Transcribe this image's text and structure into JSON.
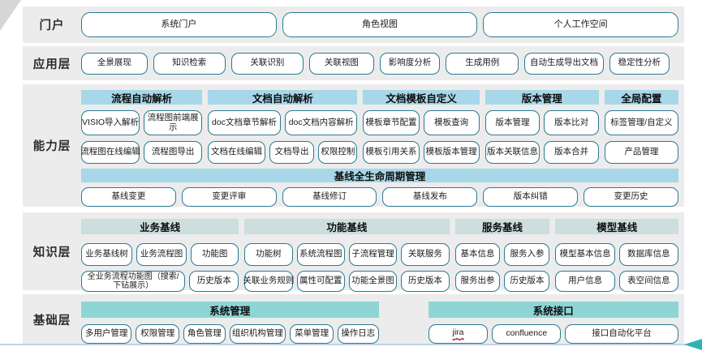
{
  "colors": {
    "band_bg": "#ececec",
    "button_border": "#2b7a94",
    "capability_header_bg": "#a7d7e8",
    "knowledge_header_bg": "#ccdede",
    "foundation_header_bg": "#8ed5d5",
    "bottom_line": "#bcd3e8",
    "arrow_accent": "#2fb3b6"
  },
  "layers": {
    "portal": {
      "label": "门户",
      "items": [
        "系统门户",
        "角色视图",
        "个人工作空间"
      ]
    },
    "application": {
      "label": "应用层",
      "items": [
        "全景展现",
        "知识检索",
        "关联识别",
        "关联视图",
        "影响度分析",
        "生成用例",
        "自动生成导出文档",
        "稳定性分析"
      ]
    },
    "capability": {
      "label": "能力层",
      "groups": [
        {
          "title": "流程自动解析",
          "rows": [
            [
              "VISIO导入解析",
              "流程图前端展示"
            ],
            [
              "流程图在线编辑",
              "流程图导出"
            ]
          ]
        },
        {
          "title": "文档自动解析",
          "rows": [
            [
              "doc文档章节解析",
              "doc文档内容解析"
            ],
            [
              "文档在线编辑",
              "文档导出",
              "权限控制"
            ]
          ]
        },
        {
          "title": "文档模板自定义",
          "rows": [
            [
              "模板章节配置",
              "模板查询"
            ],
            [
              "模板引用关系",
              "模板版本管理"
            ]
          ]
        },
        {
          "title": "版本管理",
          "rows": [
            [
              "版本管理",
              "版本比对"
            ],
            [
              "版本关联信息",
              "版本合并"
            ]
          ]
        },
        {
          "title": "全局配置",
          "rows": [
            [
              "标签管理/自定义"
            ],
            [
              "产品管理"
            ]
          ]
        }
      ],
      "baseline": {
        "title": "基线全生命周期管理",
        "items": [
          "基线变更",
          "变更评审",
          "基线修订",
          "基线发布",
          "版本纠错",
          "变更历史"
        ]
      }
    },
    "knowledge": {
      "label": "知识层",
      "groups": [
        {
          "title": "业务基线",
          "rows": [
            [
              "业务基线树",
              "业务流程图",
              "功能图"
            ],
            [
              "全业务流程功能图（搜索/下钻展示）",
              "历史版本"
            ]
          ]
        },
        {
          "title": "功能基线",
          "rows": [
            [
              "功能树",
              "系统流程图",
              "子流程管理",
              "关联服务"
            ],
            [
              "关联业务规则",
              "属性可配置",
              "功能全景图",
              "历史版本"
            ]
          ]
        },
        {
          "title": "服务基线",
          "rows": [
            [
              "基本信息",
              "服务入参"
            ],
            [
              "服务出参",
              "历史版本"
            ]
          ]
        },
        {
          "title": "模型基线",
          "rows": [
            [
              "模型基本信息",
              "数据库信息"
            ],
            [
              "用户信息",
              "表空间信息"
            ]
          ]
        }
      ]
    },
    "foundation": {
      "label": "基础层",
      "groups": [
        {
          "title": "系统管理",
          "items": [
            "多用户管理",
            "权限管理",
            "角色管理",
            "组织机构管理",
            "菜单管理",
            "操作日志"
          ]
        },
        {
          "title": "系统接口",
          "items": [
            "jira",
            "confluence",
            "接口自动化平台"
          ]
        }
      ]
    }
  }
}
